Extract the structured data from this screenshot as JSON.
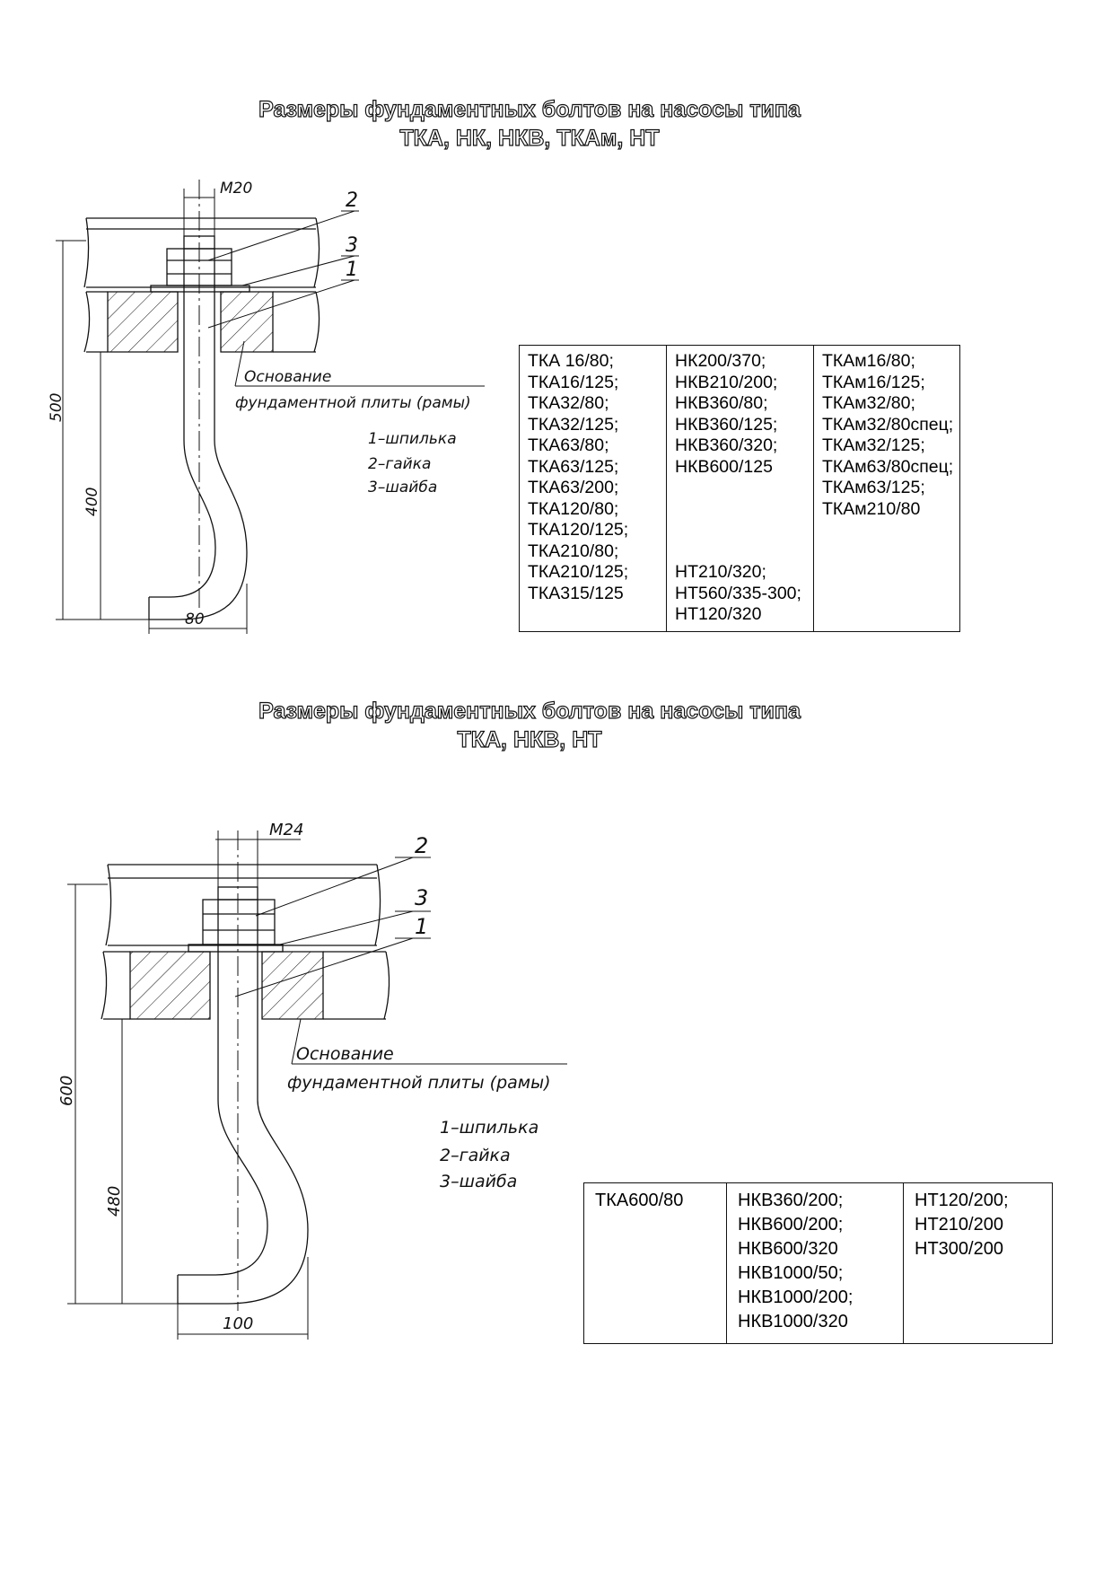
{
  "section1": {
    "title_line1": "Размеры фундаментных болтов на насосы типа",
    "title_line2": "ТКА, НК, НКВ, ТКАм, НТ",
    "thread_label": "М20",
    "dim_total": "500",
    "dim_inner": "400",
    "dim_foot": "80",
    "callouts": [
      "2",
      "3",
      "1"
    ],
    "base_label_line1": "Основание",
    "base_label_line2": "фундаментной плиты (рамы)",
    "legend": [
      "1–шпилька",
      "2–гайка",
      "3–шайба"
    ],
    "table": {
      "col1": [
        "ТКА 16/80;",
        "ТКА16/125;",
        "ТКА32/80;",
        "ТКА32/125;",
        "ТКА63/80;",
        "ТКА63/125;",
        "ТКА63/200;",
        "ТКА120/80;",
        "ТКА120/125;",
        "ТКА210/80;",
        "ТКА210/125;",
        "ТКА315/125"
      ],
      "col2_top": [
        "НК200/370;",
        "НКВ210/200;",
        "НКВ360/80;",
        "НКВ360/125;",
        "НКВ360/320;",
        "НКВ600/125"
      ],
      "col2_bottom": [
        "НТ210/320;",
        "НТ560/335-300;",
        "НТ120/320"
      ],
      "col3": [
        "ТКАм16/80;",
        "ТКАм16/125;",
        "ТКАм32/80;",
        "ТКАм32/80спец;",
        "ТКАм32/125;",
        "ТКАм63/80спец;",
        "ТКАм63/125;",
        "ТКАм210/80"
      ]
    }
  },
  "section2": {
    "title_line1": "Размеры фундаментных болтов на насосы типа",
    "title_line2": "ТКА, НКВ, НТ",
    "thread_label": "М24",
    "dim_total": "600",
    "dim_inner": "480",
    "dim_foot": "100",
    "callouts": [
      "2",
      "3",
      "1"
    ],
    "base_label_line1": "Основание",
    "base_label_line2": "фундаментной плиты (рамы)",
    "legend": [
      "1–шпилька",
      "2–гайка",
      "3–шайба"
    ],
    "table": {
      "col1": [
        "ТКА600/80"
      ],
      "col2": [
        "НКВ360/200;",
        "НКВ600/200;",
        "НКВ600/320",
        "НКВ1000/50;",
        "НКВ1000/200;",
        "НКВ1000/320"
      ],
      "col3": [
        "НТ120/200;",
        "НТ210/200",
        "НТ300/200"
      ]
    }
  },
  "colors": {
    "line": "#111111",
    "background": "#ffffff"
  }
}
